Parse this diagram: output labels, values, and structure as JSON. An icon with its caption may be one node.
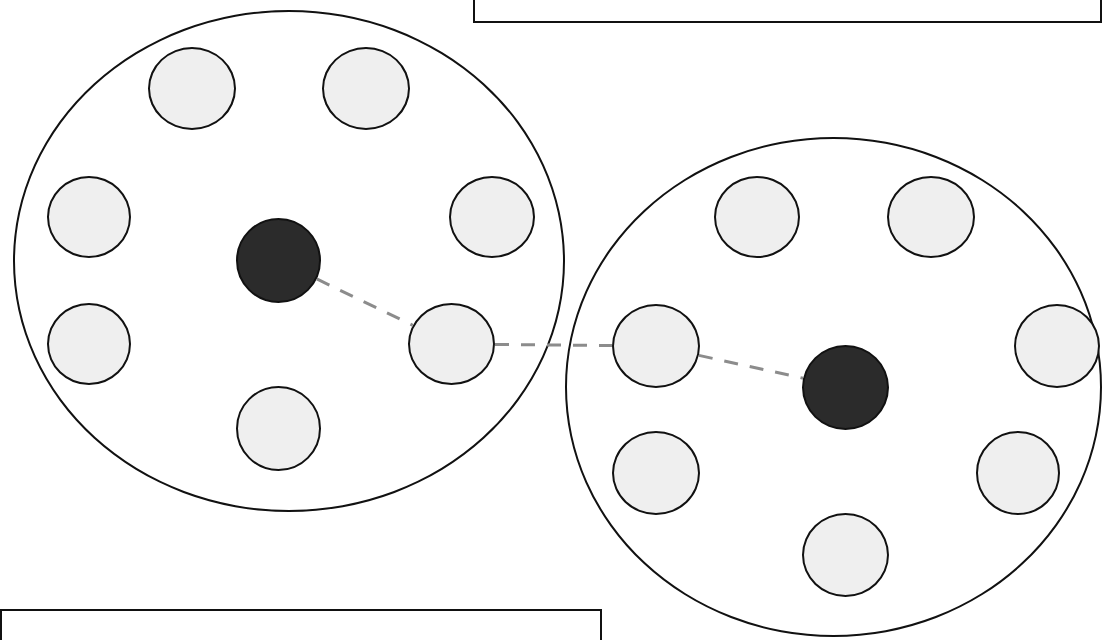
{
  "diagram": {
    "nodes": [
      {
        "text": [],
        "shape": "box"
      },
      {
        "text": [],
        "shape": "circle"
      },
      {
        "text": [],
        "shape": "circle",
        "in": 1
      },
      {
        "text": [],
        "shape": "circle",
        "in": 1
      },
      {
        "text": [],
        "shape": "circle",
        "in": 1
      },
      {
        "text": [],
        "shape": "circle",
        "in": 1
      },
      {
        "text": [],
        "shape": "circle",
        "in": 1
      },
      {
        "text": [],
        "shape": "circle",
        "in": 1
      },
      {
        "text": [],
        "shape": "circle",
        "in": 1
      },
      {
        "text": [],
        "shape": "circle",
        "in": 1
      },
      {
        "text": [],
        "shape": "circle"
      },
      {
        "text": [],
        "shape": "circle",
        "in": 10
      },
      {
        "text": [],
        "shape": "circle",
        "in": 10
      },
      {
        "text": [],
        "shape": "circle",
        "in": 10
      },
      {
        "text": [],
        "shape": "circle",
        "in": 10
      },
      {
        "text": [],
        "shape": "circle",
        "in": 10
      },
      {
        "text": [],
        "shape": "circle",
        "in": 10
      },
      {
        "text": [],
        "shape": "circle",
        "in": 10
      },
      {
        "text": [],
        "shape": "circle",
        "in": 10
      },
      {
        "text": [],
        "shape": "box"
      }
    ],
    "edges": [
      {
        "from": 6,
        "to": 8,
        "arrow": "none",
        "style": "dashed"
      },
      {
        "from": 8,
        "to": 13,
        "arrow": "none",
        "style": "dashed"
      },
      {
        "from": 13,
        "to": 15,
        "arrow": "none",
        "style": "dashed"
      }
    ]
  }
}
